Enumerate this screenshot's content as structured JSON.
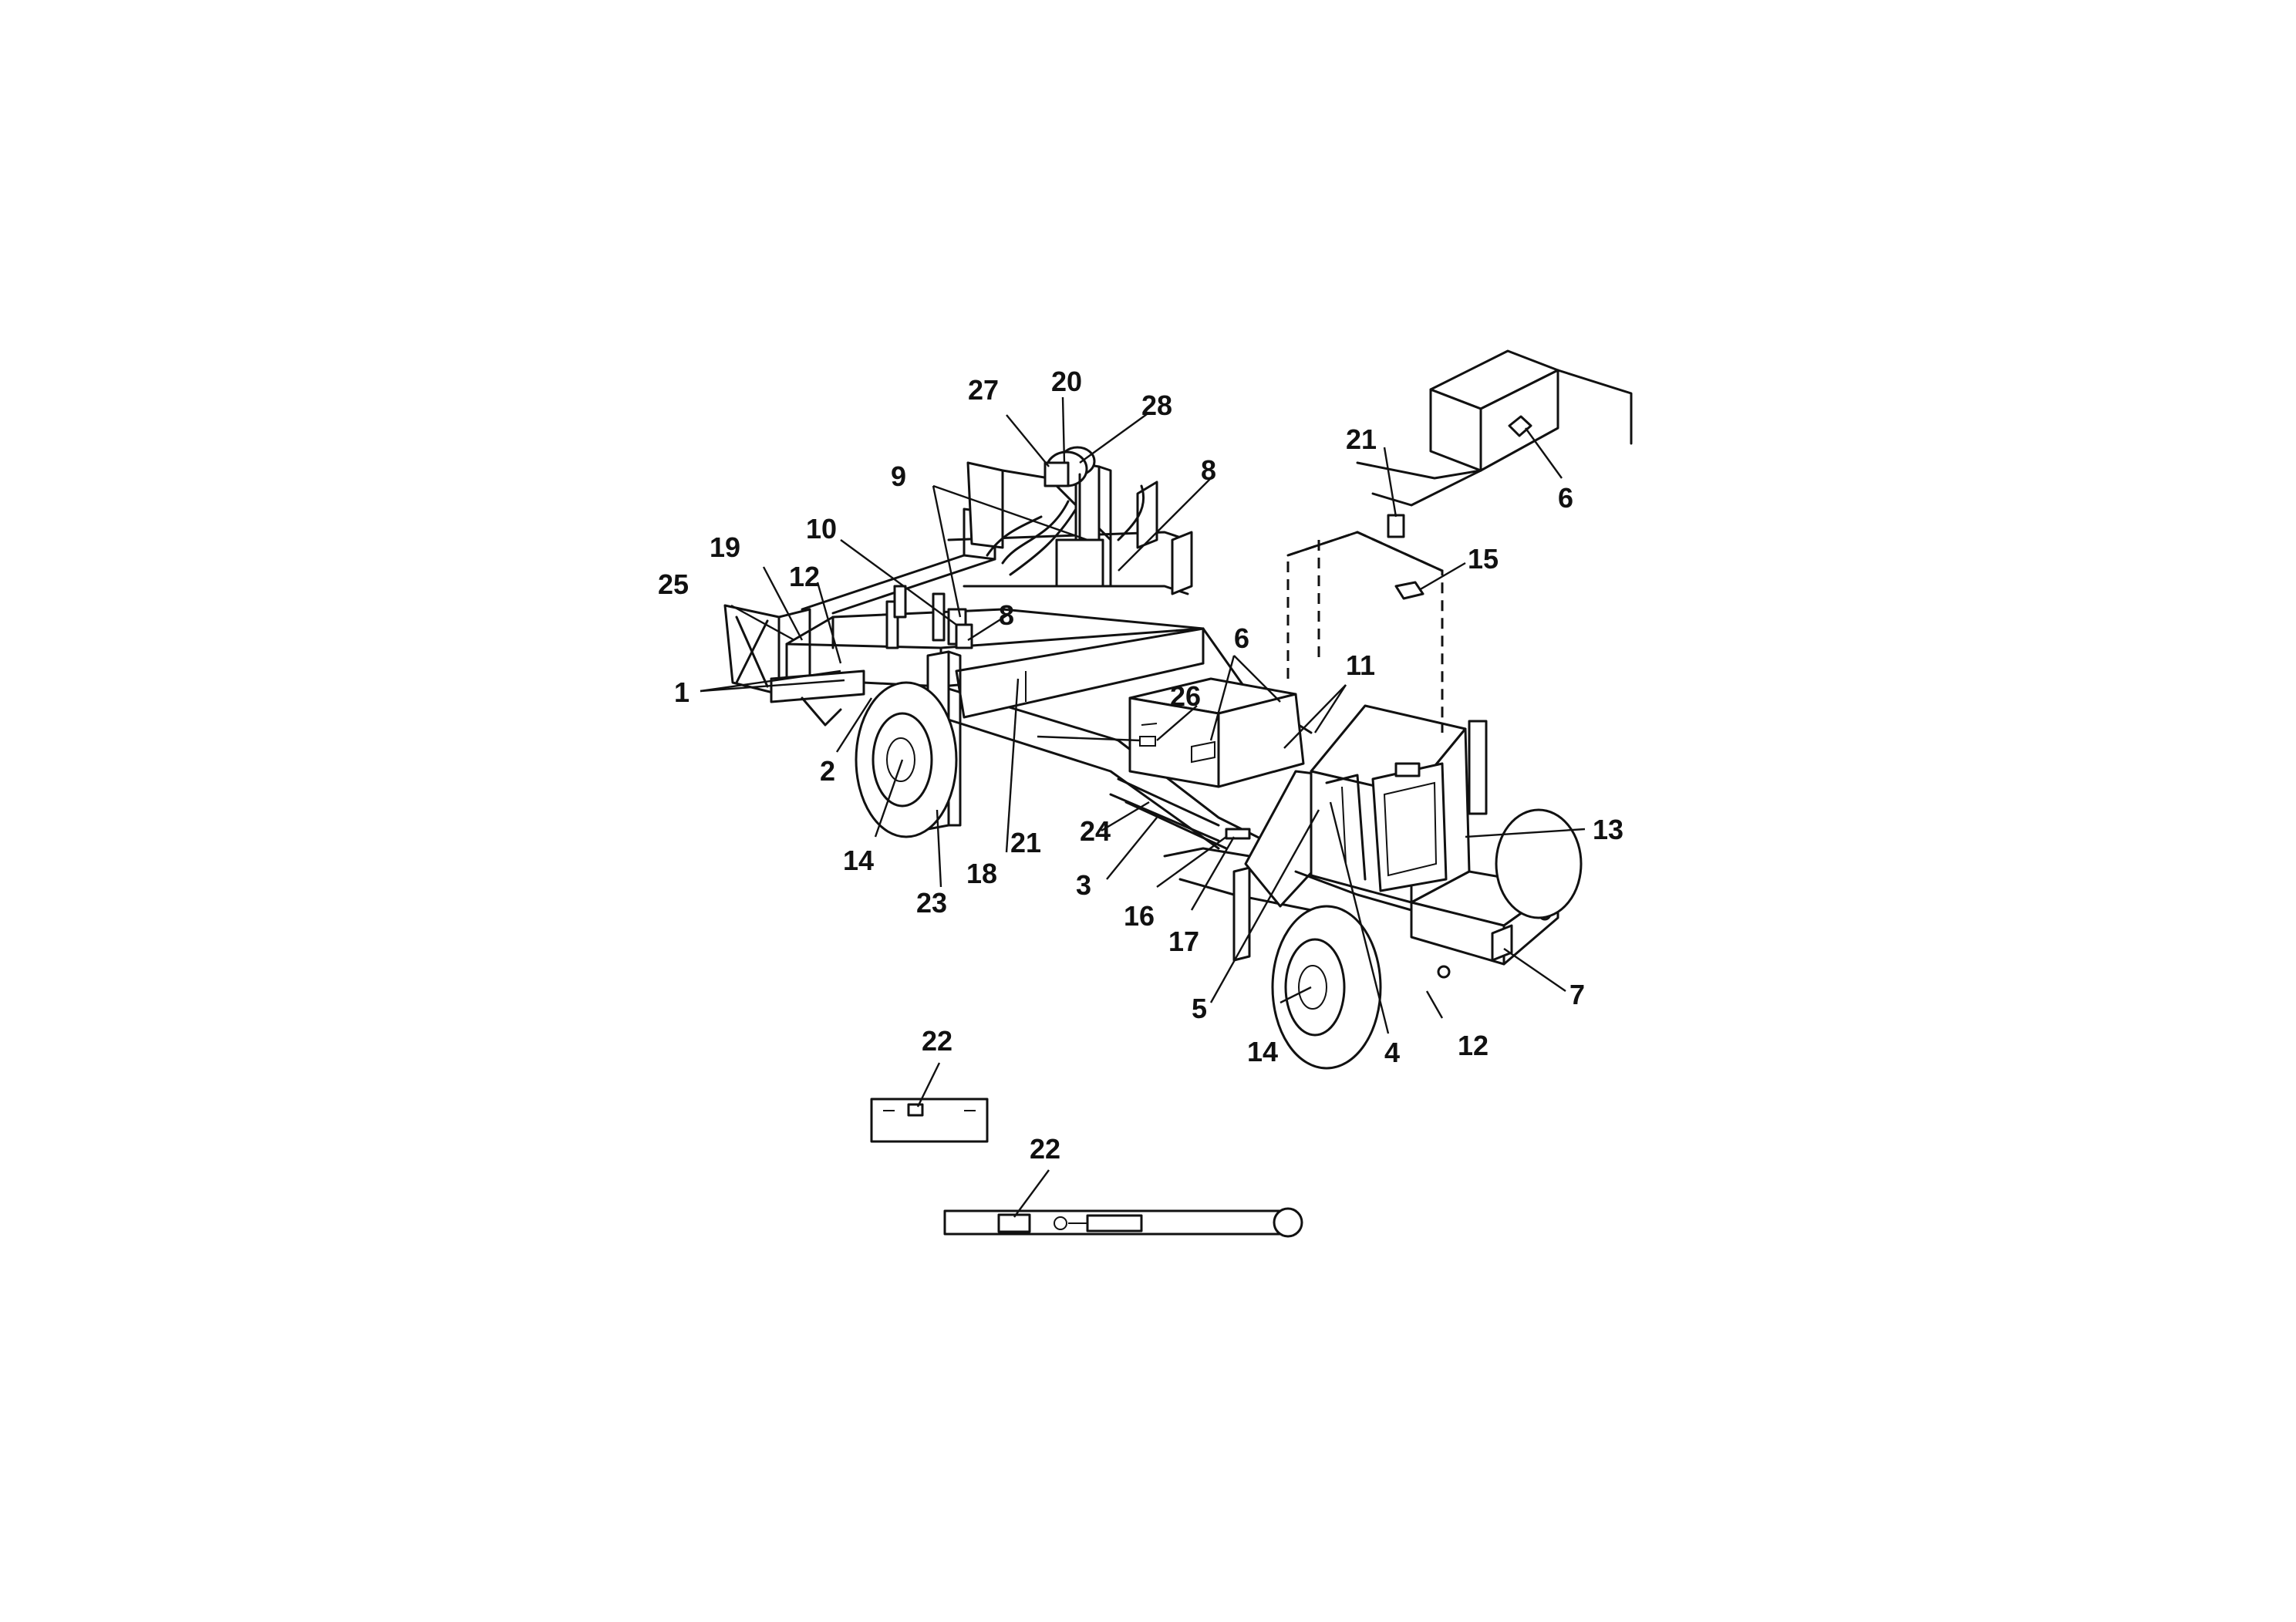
{
  "callouts": {
    "c1": "1",
    "c2": "2",
    "c3": "3",
    "c4": "4",
    "c5": "5",
    "c6a": "6",
    "c6b": "6",
    "c7": "7",
    "c8a": "8",
    "c8b": "8",
    "c9": "9",
    "c10": "10",
    "c11": "11",
    "c12a": "12",
    "c12b": "12",
    "c13": "13",
    "c14a": "14",
    "c14b": "14",
    "c15": "15",
    "c16": "16",
    "c17": "17",
    "c18": "18",
    "c19": "19",
    "c20": "20",
    "c21a": "21",
    "c21b": "21",
    "c22a": "22",
    "c22b": "22",
    "c23": "23",
    "c24": "24",
    "c25": "25",
    "c26": "26",
    "c27": "27",
    "c28": "28"
  }
}
